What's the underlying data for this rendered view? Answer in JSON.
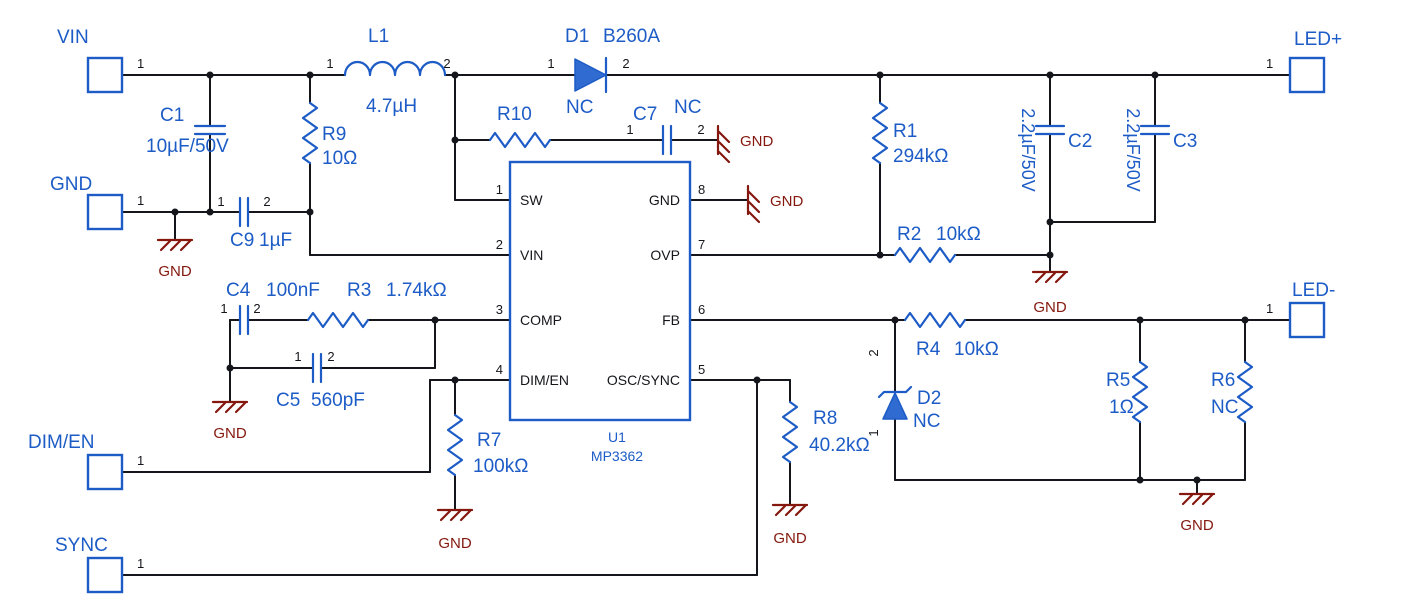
{
  "labels": {
    "gnd": "GND"
  },
  "colors": {
    "component_blue": "#1d5cc6",
    "wire_black": "#14161c",
    "ground_red": "#84180f"
  },
  "ports": {
    "vin": {
      "name": "VIN",
      "pin": "1"
    },
    "gnd": {
      "name": "GND",
      "pin": "1"
    },
    "dim_en": {
      "name": "DIM/EN",
      "pin": "1"
    },
    "sync": {
      "name": "SYNC",
      "pin": "1"
    },
    "led_pos": {
      "name": "LED+",
      "pin": "1"
    },
    "led_neg": {
      "name": "LED-",
      "pin": "1"
    }
  },
  "ic": {
    "ref": "U1",
    "part": "MP3362",
    "pins": {
      "p1": {
        "num": "1",
        "name": "SW"
      },
      "p2": {
        "num": "2",
        "name": "VIN"
      },
      "p3": {
        "num": "3",
        "name": "COMP"
      },
      "p4": {
        "num": "4",
        "name": "DIM/EN"
      },
      "p5": {
        "num": "5",
        "name": "OSC/SYNC"
      },
      "p6": {
        "num": "6",
        "name": "FB"
      },
      "p7": {
        "num": "7",
        "name": "OVP"
      },
      "p8": {
        "num": "8",
        "name": "GND"
      }
    }
  },
  "components": {
    "l1": {
      "ref": "L1",
      "value": "4.7µH",
      "pin1": "1",
      "pin2": "2"
    },
    "c1": {
      "ref": "C1",
      "value": "10µF/50V"
    },
    "r9": {
      "ref": "R9",
      "value": "10Ω"
    },
    "c9": {
      "ref": "C9",
      "value": "1µF",
      "pin1": "1",
      "pin2": "2"
    },
    "d1": {
      "ref": "D1",
      "value": "B260A",
      "pin1": "1",
      "pin2": "2"
    },
    "r10": {
      "ref": "R10",
      "value": "NC"
    },
    "c7": {
      "ref": "C7",
      "value": "NC",
      "pin1": "1",
      "pin2": "2"
    },
    "r1": {
      "ref": "R1",
      "value": "294kΩ"
    },
    "r2": {
      "ref": "R2",
      "value": "10kΩ"
    },
    "c2": {
      "ref": "C2",
      "value": "2.2µF/50V"
    },
    "c3": {
      "ref": "C3",
      "value": "2.2µF/50V"
    },
    "c4": {
      "ref": "C4",
      "value": "100nF",
      "pin1": "1",
      "pin2": "2"
    },
    "r3": {
      "ref": "R3",
      "value": "1.74kΩ"
    },
    "c5": {
      "ref": "C5",
      "value": "560pF",
      "pin1": "1",
      "pin2": "2"
    },
    "r7": {
      "ref": "R7",
      "value": "100kΩ"
    },
    "r8": {
      "ref": "R8",
      "value": "40.2kΩ"
    },
    "r4": {
      "ref": "R4",
      "value": "10kΩ"
    },
    "d2": {
      "ref": "D2",
      "value": "NC",
      "pin1": "1",
      "pin2": "2"
    },
    "r5": {
      "ref": "R5",
      "value": "1Ω"
    },
    "r6": {
      "ref": "R6",
      "value": "NC"
    }
  }
}
